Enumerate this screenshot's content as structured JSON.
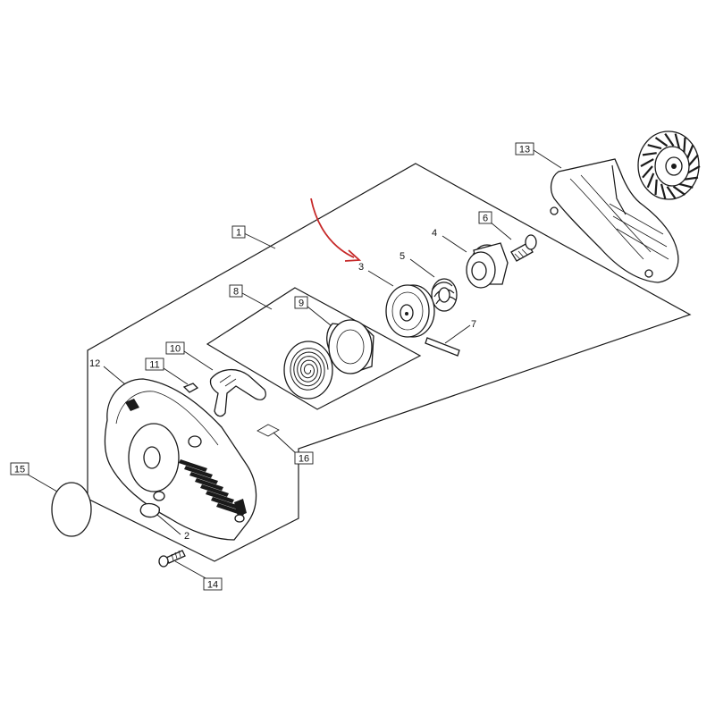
{
  "colors": {
    "line": "#1a1a1a",
    "arrow": "#c62828",
    "background": "#ffffff"
  },
  "callouts": [
    {
      "id": "1",
      "label": "1",
      "boxed": true
    },
    {
      "id": "2",
      "label": "2",
      "boxed": false
    },
    {
      "id": "3",
      "label": "3",
      "boxed": false
    },
    {
      "id": "4",
      "label": "4",
      "boxed": false
    },
    {
      "id": "5",
      "label": "5",
      "boxed": false
    },
    {
      "id": "6",
      "label": "6",
      "boxed": true
    },
    {
      "id": "7",
      "label": "7",
      "boxed": false
    },
    {
      "id": "8",
      "label": "8",
      "boxed": true
    },
    {
      "id": "9",
      "label": "9",
      "boxed": true
    },
    {
      "id": "10",
      "label": "10",
      "boxed": true
    },
    {
      "id": "11",
      "label": "11",
      "boxed": true
    },
    {
      "id": "12",
      "label": "12",
      "boxed": false
    },
    {
      "id": "13",
      "label": "13",
      "boxed": true
    },
    {
      "id": "14",
      "label": "14",
      "boxed": true
    },
    {
      "id": "15",
      "label": "15",
      "boxed": true
    },
    {
      "id": "16",
      "label": "16",
      "boxed": true
    }
  ],
  "highlight_arrow": {
    "target": "3",
    "icon": "curved-arrow-icon"
  }
}
